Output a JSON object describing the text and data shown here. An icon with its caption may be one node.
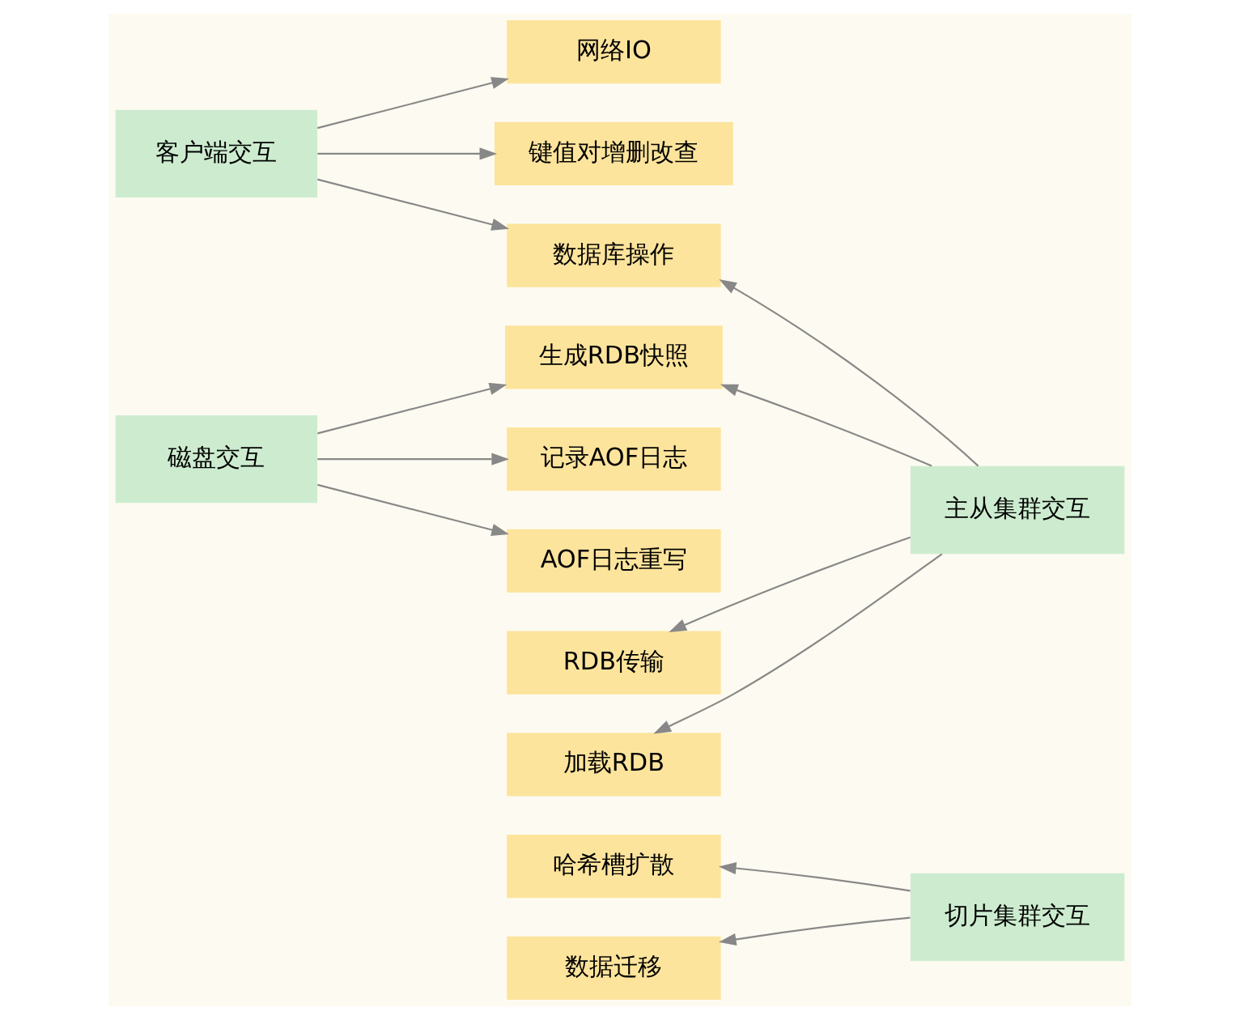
{
  "diagram": {
    "nodes": [
      {
        "text": [
          "客户端交互"
        ]
      },
      {
        "text": [
          "网络IO"
        ]
      },
      {
        "text": [
          "键值对增删改查"
        ]
      },
      {
        "text": [
          "数据库操作"
        ]
      },
      {
        "text": [
          "磁盘交互"
        ]
      },
      {
        "text": [
          "生成RDB快照"
        ]
      },
      {
        "text": [
          "记录AOF日志"
        ]
      },
      {
        "text": [
          "AOF日志重写"
        ]
      },
      {
        "text": [
          "RDB传输"
        ]
      },
      {
        "text": [
          "加载RDB"
        ]
      },
      {
        "text": [
          "主从集群交互"
        ]
      },
      {
        "text": [
          "哈希槽扩散"
        ]
      },
      {
        "text": [
          "数据迁移"
        ]
      },
      {
        "text": [
          "切片集群交互"
        ]
      }
    ],
    "edges": [
      {
        "from": 0,
        "to": 1,
        "arrow": "to"
      },
      {
        "from": 0,
        "to": 2,
        "arrow": "to"
      },
      {
        "from": 0,
        "to": 3,
        "arrow": "to"
      },
      {
        "from": 4,
        "to": 5,
        "arrow": "to"
      },
      {
        "from": 4,
        "to": 6,
        "arrow": "to"
      },
      {
        "from": 4,
        "to": 7,
        "arrow": "to"
      },
      {
        "from": 10,
        "to": 3,
        "arrow": "to"
      },
      {
        "from": 10,
        "to": 5,
        "arrow": "to"
      },
      {
        "from": 10,
        "to": 8,
        "arrow": "to"
      },
      {
        "from": 10,
        "to": 9,
        "arrow": "to"
      },
      {
        "from": 13,
        "to": 11,
        "arrow": "to"
      },
      {
        "from": 13,
        "to": 12,
        "arrow": "to"
      }
    ]
  }
}
